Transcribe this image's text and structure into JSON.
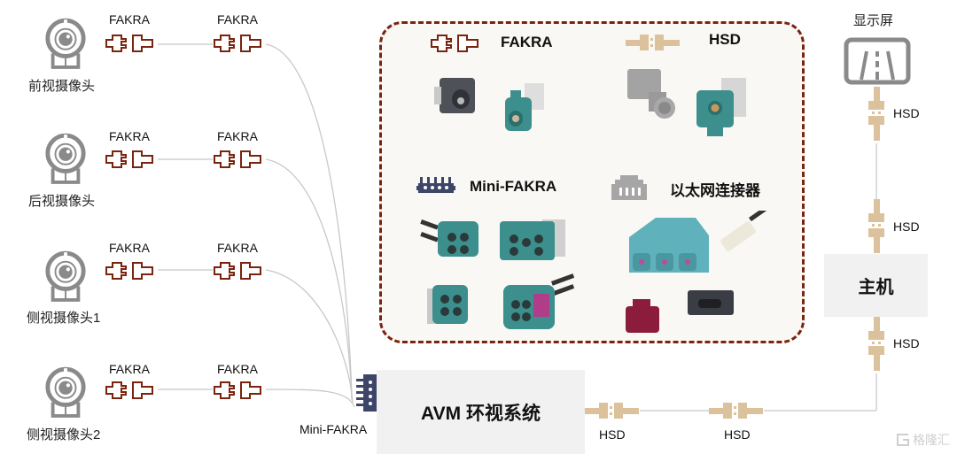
{
  "cameras": [
    {
      "label": "前视摄像头",
      "connector1": "FAKRA",
      "connector2": "FAKRA"
    },
    {
      "label": "后视摄像头",
      "connector1": "FAKRA",
      "connector2": "FAKRA"
    },
    {
      "label": "侧视摄像头1",
      "connector1": "FAKRA",
      "connector2": "FAKRA"
    },
    {
      "label": "侧视摄像头2",
      "connector1": "FAKRA",
      "connector2": "FAKRA"
    }
  ],
  "avm": {
    "label": "AVM 环视系统",
    "input_connector": "Mini-FAKRA"
  },
  "avm_links": [
    {
      "label": "HSD"
    },
    {
      "label": "HSD"
    }
  ],
  "display": {
    "label": "显示屏",
    "link_label": "HSD"
  },
  "head_unit": {
    "label": "主机",
    "upper_link_label": "HSD",
    "lower_link_label": "HSD"
  },
  "legend_panel": {
    "sections": [
      {
        "title": "FAKRA",
        "icon": "fakra-connector-icon"
      },
      {
        "title": "HSD",
        "icon": "hsd-connector-icon"
      },
      {
        "title": "Mini-FAKRA",
        "icon": "mini-fakra-connector-icon"
      },
      {
        "title": "以太网连接器",
        "icon": "ethernet-connector-icon"
      }
    ]
  },
  "colors": {
    "fakra": "#7a2410",
    "hsd": "#dcc29c",
    "mini_fakra": "#3d4568",
    "ethernet": "#a6a6a6",
    "teal": "#3c8f8c",
    "box_bg": "#f1f1f1",
    "wire": "#c8c8c8"
  },
  "watermark": {
    "text": "格隆汇"
  }
}
